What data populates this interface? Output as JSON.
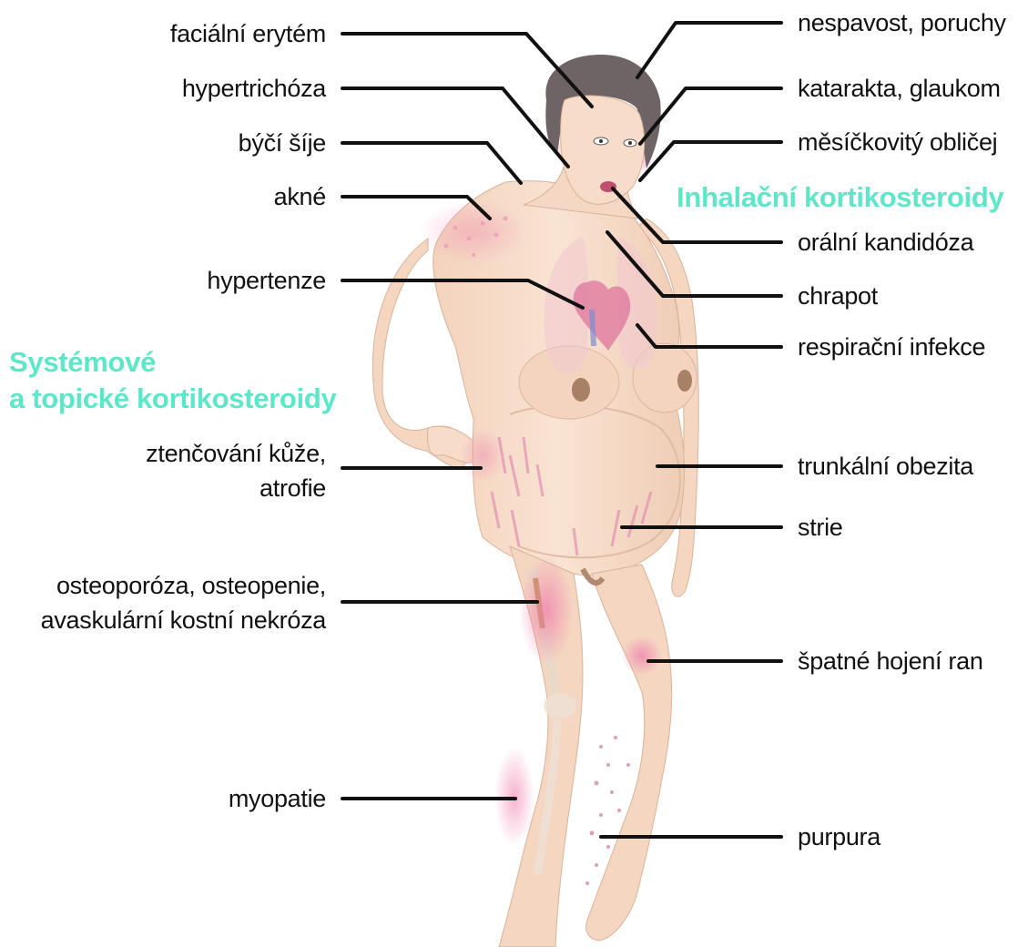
{
  "groups": {
    "inhaled": "Inhalační kortikosteroidy",
    "systemic_line1": "Systémové",
    "systemic_line2": "a topické kortikosteroidy"
  },
  "labels_left": {
    "facial_erythema": "faciální erytém",
    "hypertrichosis": "hypertrichóza",
    "buffalo_hump": "býčí šíje",
    "acne": "akné",
    "hypertension": "hypertenze",
    "skin_thinning_1": "ztenčování kůže,",
    "skin_thinning_2": "atrofie",
    "osteoporosis_1": "osteoporóza, osteopenie,",
    "osteoporosis_2": "avaskulární kostní nekróza",
    "myopathy": "myopatie"
  },
  "labels_right": {
    "insomnia": "nespavost, poruchy",
    "cataract": "katarakta, glaukom",
    "moon_face": "měsíčkovitý obličej",
    "oral_candidiasis": "orální kandidóza",
    "hoarseness": "chrapot",
    "respiratory_infection": "respirační infekce",
    "truncal_obesity": "trunkální obezita",
    "striae": "strie",
    "poor_wound_healing": "špatné hojení ran",
    "purpura": "purpura"
  },
  "colors": {
    "accent_teal": "#5ee6c8",
    "skin": "#f6dcc8",
    "skin_shadow": "#eccbb4",
    "highlight_pink": "#f2a8c4",
    "hair": "#6e6466",
    "leader_line": "#111111"
  }
}
